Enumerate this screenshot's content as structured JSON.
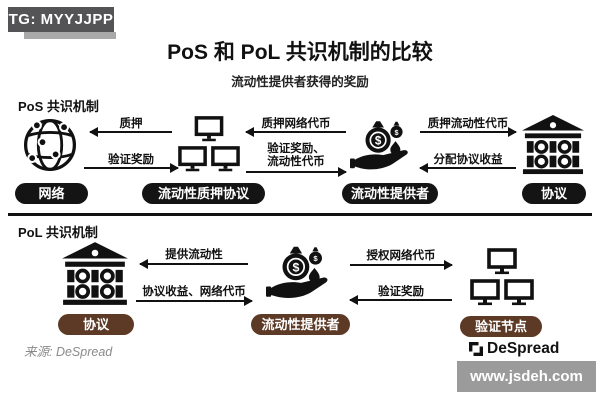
{
  "watermarks": {
    "telegram": "TG: MYYJJPP",
    "website": "www.jsdeh.com"
  },
  "header": {
    "title": "PoS 和 PoL 共识机制的比较",
    "subtitle": "流动性提供者获得的奖励"
  },
  "footer": {
    "source": "来源: DeSpread",
    "brand": "DeSpread"
  },
  "icons": {
    "dollar_sign": "$"
  },
  "colors": {
    "pos_pill": "#141414",
    "pol_pill": "#5c3a26",
    "ink": "#111111",
    "watermark_dark": "#545457",
    "watermark_light": "#a9a9a9",
    "url_box": "#9b9b9b"
  },
  "pos": {
    "section_label": "PoS 共识机制",
    "nodes": [
      {
        "label": "网络",
        "icon": "globe-network-icon"
      },
      {
        "label": "流动性质押协议",
        "icon": "monitors-cluster-icon"
      },
      {
        "label": "流动性提供者",
        "icon": "hand-money-bag-icon"
      },
      {
        "label": "协议",
        "icon": "bank-icon"
      }
    ],
    "flows": [
      {
        "top_label": "质押",
        "top_dir": "left",
        "bottom_label": "验证奖励",
        "bottom_dir": "right"
      },
      {
        "top_label": "质押网络代币",
        "top_dir": "left",
        "bottom_label_line1": "验证奖励、",
        "bottom_label_line2": "流动性代币",
        "bottom_dir": "right"
      },
      {
        "top_label": "质押流动性代币",
        "top_dir": "right",
        "bottom_label": "分配协议收益",
        "bottom_dir": "left"
      }
    ]
  },
  "pol": {
    "section_label": "PoL 共识机制",
    "nodes": [
      {
        "label": "协议",
        "icon": "bank-icon"
      },
      {
        "label": "流动性提供者",
        "icon": "hand-money-bag-icon"
      },
      {
        "label": "验证节点",
        "icon": "monitors-cluster-icon"
      }
    ],
    "flows": [
      {
        "top_label": "提供流动性",
        "top_dir": "left",
        "bottom_label": "协议收益、网络代币",
        "bottom_dir": "right"
      },
      {
        "top_label": "授权网络代币",
        "top_dir": "right",
        "bottom_label": "验证奖励",
        "bottom_dir": "left"
      }
    ]
  }
}
